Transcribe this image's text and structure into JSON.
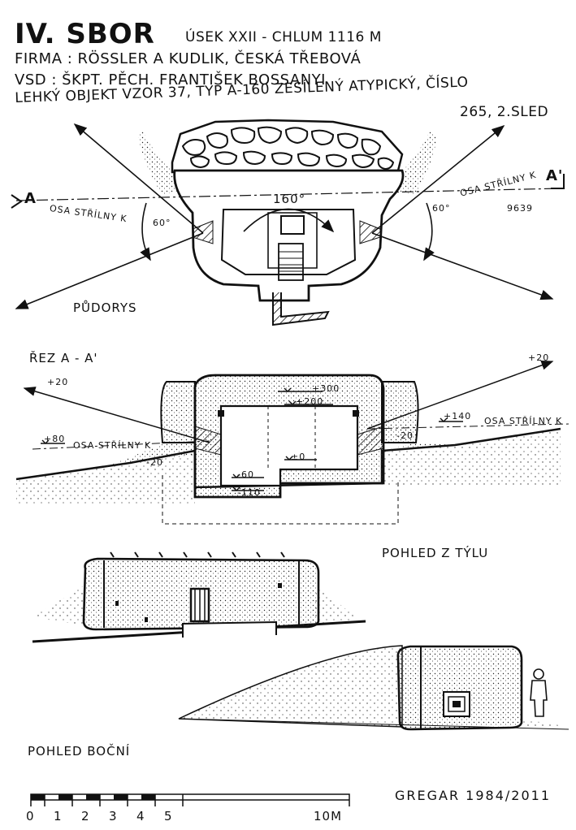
{
  "header": {
    "title": "IV. SBOR",
    "subtitle": "ÚSEK XXII - CHLUM 1116 M",
    "firma": "FIRMA : RÖSSLER A KUDLIK, ČESKÁ TŘEBOVÁ",
    "vsd": "VSD : ŠKPT. PĚCH. FRANTIŠEK BOSSANYI",
    "object_type": "LEHKÝ OBJEKT VZOR 37, TYP A-160 ZESÍLENÝ ATYPICKÝ, ČÍSLO",
    "object_number": "265, 2.SLED"
  },
  "plan": {
    "label": "PŮDORYS",
    "angle_center": "160°",
    "angle_left": "60°",
    "angle_right": "60°",
    "section_left": "A",
    "section_right": "A'",
    "axis_left": "OSA STŘÍLNY K",
    "axis_right": "OSA STŘÍLNY K",
    "bearing_right": "9639"
  },
  "section": {
    "label": "ŘEZ A - A'",
    "level_plus20_left": "+20",
    "level_plus20_right": "+20",
    "level_plus300": "+300",
    "level_plus200": "+200",
    "level_plus140": "+140",
    "level_plus80": "+80",
    "level_minus20_left": "-20",
    "level_minus20_right": "-20",
    "level_zero": "±0",
    "level_minus60": "-60",
    "level_minus110": "-110",
    "axis_left": "OSA STŘÍLNY K",
    "axis_right": "OSA STŘÍLNY K"
  },
  "views": {
    "rear": "POHLED Z TÝLU",
    "side": "POHLED BOČNÍ"
  },
  "scale": {
    "ticks": [
      "0",
      "1",
      "2",
      "3",
      "4",
      "5"
    ],
    "end": "10M"
  },
  "author": "GREGAR 1984/2011"
}
